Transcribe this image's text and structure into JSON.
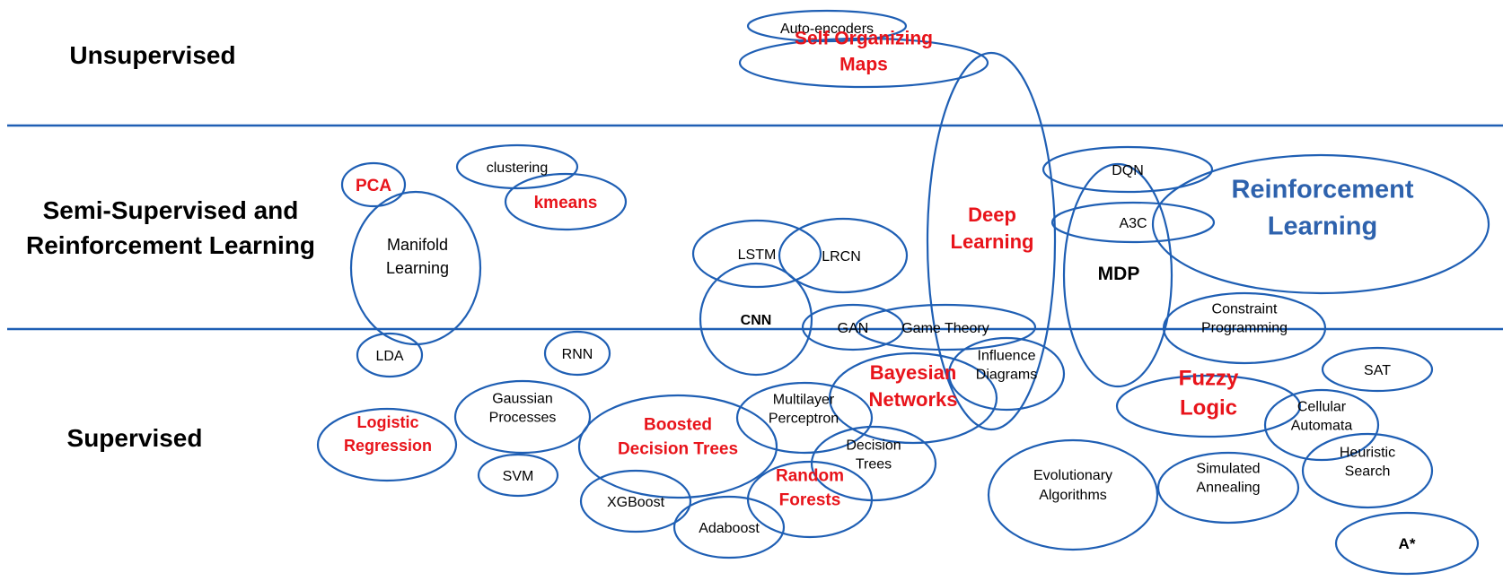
{
  "colors": {
    "stroke": "#1f5fb4",
    "text_default": "#000000",
    "text_highlight": "#e8141b",
    "text_accent": "#2e62ad",
    "background": "#ffffff"
  },
  "lanes": {
    "unsupervised": "Unsupervised",
    "semi_line1": "Semi-Supervised and",
    "semi_line2": "Reinforcement Learning",
    "supervised": "Supervised"
  },
  "nodes": [
    {
      "id": "auto-encoders",
      "lines": [
        "Auto-encoders"
      ],
      "style": "normal"
    },
    {
      "id": "self-organizing-maps",
      "lines": [
        "Self Organizing",
        "Maps"
      ],
      "style": "highlight"
    },
    {
      "id": "deep-learning",
      "lines": [
        "Deep",
        "Learning"
      ],
      "style": "highlight"
    },
    {
      "id": "pca",
      "lines": [
        "PCA"
      ],
      "style": "highlight"
    },
    {
      "id": "clustering",
      "lines": [
        "clustering"
      ],
      "style": "normal"
    },
    {
      "id": "kmeans",
      "lines": [
        "kmeans"
      ],
      "style": "highlight"
    },
    {
      "id": "manifold-learning",
      "lines": [
        "Manifold",
        "Learning"
      ],
      "style": "normal"
    },
    {
      "id": "lstm",
      "lines": [
        "LSTM"
      ],
      "style": "normal"
    },
    {
      "id": "lrcn",
      "lines": [
        "LRCN"
      ],
      "style": "normal"
    },
    {
      "id": "cnn",
      "lines": [
        "CNN"
      ],
      "style": "bold"
    },
    {
      "id": "gan",
      "lines": [
        "GAN"
      ],
      "style": "normal"
    },
    {
      "id": "game-theory",
      "lines": [
        "Game Theory"
      ],
      "style": "normal"
    },
    {
      "id": "dqn",
      "lines": [
        "DQN"
      ],
      "style": "normal"
    },
    {
      "id": "a3c",
      "lines": [
        "A3C"
      ],
      "style": "normal"
    },
    {
      "id": "mdp",
      "lines": [
        "MDP"
      ],
      "style": "bold"
    },
    {
      "id": "reinforcement-learning",
      "lines": [
        "Reinforcement",
        "Learning"
      ],
      "style": "accent"
    },
    {
      "id": "constraint-programming",
      "lines": [
        "Constraint",
        "Programming"
      ],
      "style": "normal"
    },
    {
      "id": "lda",
      "lines": [
        "LDA"
      ],
      "style": "normal"
    },
    {
      "id": "rnn",
      "lines": [
        "RNN"
      ],
      "style": "normal"
    },
    {
      "id": "influence-diagrams",
      "lines": [
        "Influence",
        "Diagrams"
      ],
      "style": "normal"
    },
    {
      "id": "sat",
      "lines": [
        "SAT"
      ],
      "style": "normal"
    },
    {
      "id": "gaussian-processes",
      "lines": [
        "Gaussian",
        "Processes"
      ],
      "style": "normal"
    },
    {
      "id": "logistic-regression",
      "lines": [
        "Logistic",
        "Regression"
      ],
      "style": "highlight"
    },
    {
      "id": "boosted-decision-trees",
      "lines": [
        "Boosted",
        "Decision Trees"
      ],
      "style": "highlight"
    },
    {
      "id": "multilayer-perceptron",
      "lines": [
        "Multilayer",
        "Perceptron"
      ],
      "style": "normal"
    },
    {
      "id": "bayesian-networks",
      "lines": [
        "Bayesian",
        "Networks"
      ],
      "style": "highlight"
    },
    {
      "id": "fuzzy-logic",
      "lines": [
        "Fuzzy",
        "Logic"
      ],
      "style": "highlight"
    },
    {
      "id": "cellular-automata",
      "lines": [
        "Cellular",
        "Automata"
      ],
      "style": "normal"
    },
    {
      "id": "svm",
      "lines": [
        "SVM"
      ],
      "style": "normal"
    },
    {
      "id": "decision-trees",
      "lines": [
        "Decision",
        "Trees"
      ],
      "style": "normal"
    },
    {
      "id": "heuristic-search",
      "lines": [
        "Heuristic",
        "Search"
      ],
      "style": "normal"
    },
    {
      "id": "evolutionary-algorithms",
      "lines": [
        "Evolutionary",
        "Algorithms"
      ],
      "style": "normal"
    },
    {
      "id": "simulated-annealing",
      "lines": [
        "Simulated",
        "Annealing"
      ],
      "style": "normal"
    },
    {
      "id": "xgboost",
      "lines": [
        "XGBoost"
      ],
      "style": "normal"
    },
    {
      "id": "random-forests",
      "lines": [
        "Random",
        "Forests"
      ],
      "style": "highlight"
    },
    {
      "id": "adaboost",
      "lines": [
        "Adaboost"
      ],
      "style": "normal"
    },
    {
      "id": "a-star",
      "lines": [
        "A*"
      ],
      "style": "bold"
    }
  ]
}
